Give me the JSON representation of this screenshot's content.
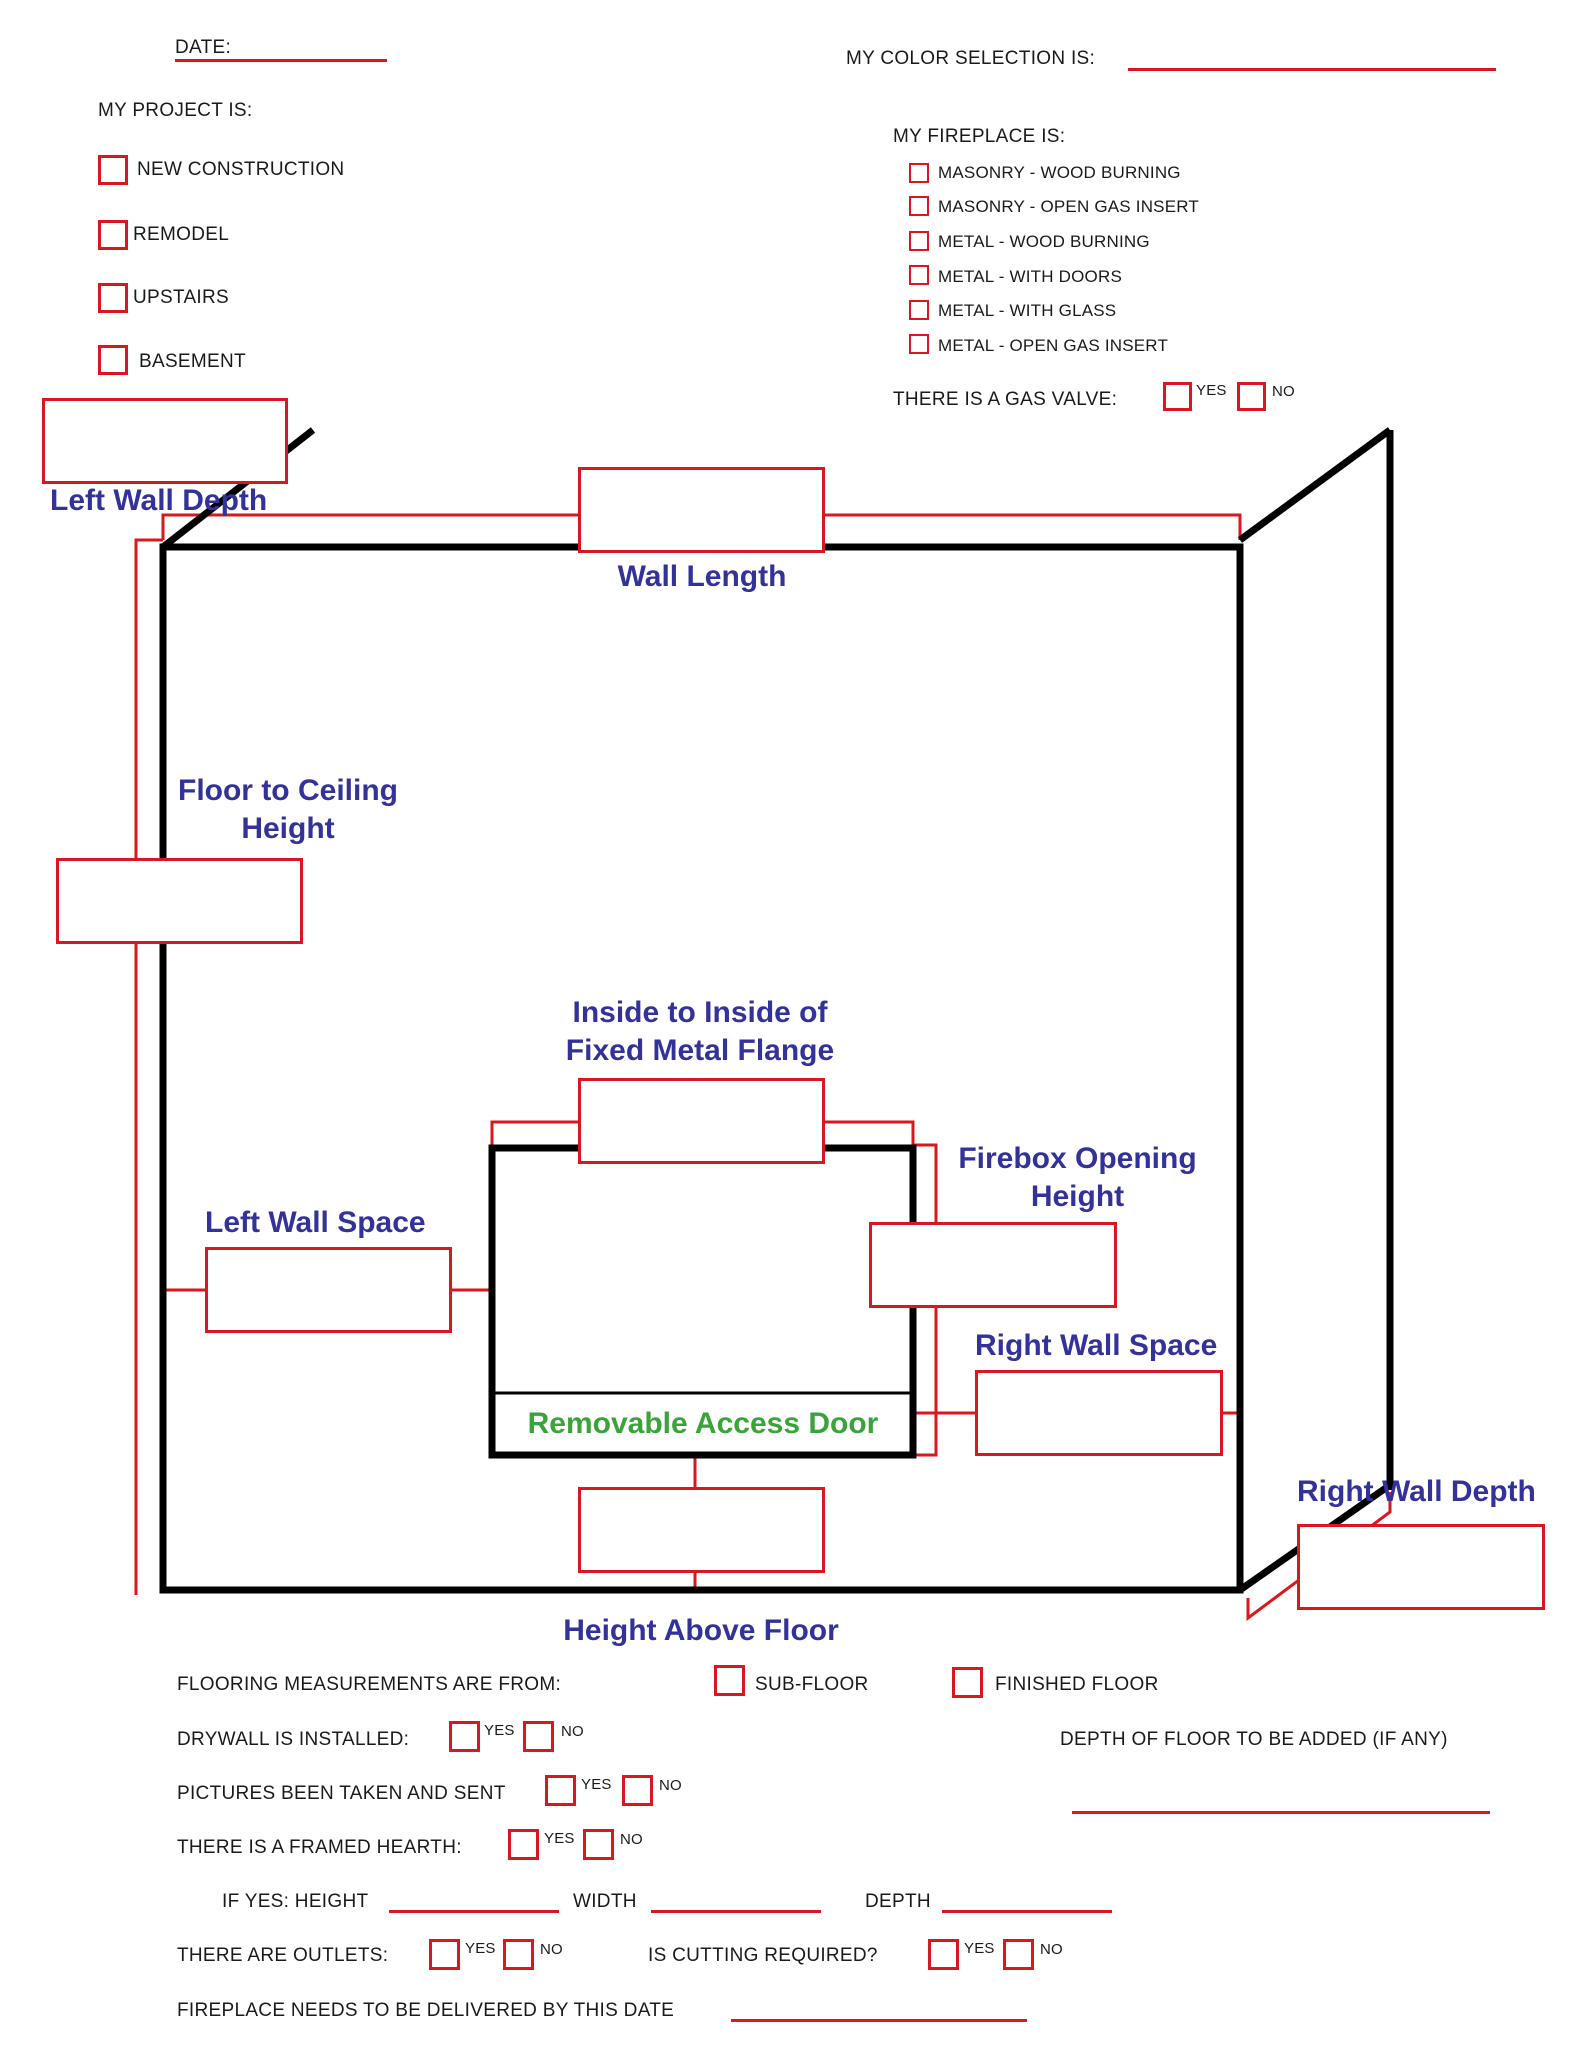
{
  "header": {
    "date_label": "DATE:",
    "color_label": "MY COLOR SELECTION IS:",
    "project_label": "MY PROJECT IS:",
    "project_options": [
      "NEW CONSTRUCTION",
      "REMODEL",
      "UPSTAIRS",
      "BASEMENT"
    ],
    "fireplace_label": "MY FIREPLACE IS:",
    "fireplace_options": [
      "MASONRY - WOOD BURNING",
      "MASONRY - OPEN GAS INSERT",
      "METAL - WOOD BURNING",
      "METAL - WITH DOORS",
      "METAL - WITH GLASS",
      "METAL - OPEN GAS INSERT"
    ],
    "gas_valve_label": "THERE IS A GAS VALVE:",
    "yes": "YES",
    "no": "NO"
  },
  "diagram": {
    "left_wall_depth": "Left Wall Depth",
    "wall_length": "Wall Length",
    "floor_to_ceiling_line1": "Floor to Ceiling",
    "floor_to_ceiling_line2": "Height",
    "inside_flange_line1": "Inside to Inside of",
    "inside_flange_line2": "Fixed Metal Flange",
    "firebox_height_line1": "Firebox Opening",
    "firebox_height_line2": "Height",
    "left_wall_space": "Left Wall Space",
    "right_wall_space": "Right Wall Space",
    "removable_door": "Removable Access Door",
    "right_wall_depth": "Right Wall Depth",
    "height_above_floor": "Height Above Floor"
  },
  "footer": {
    "flooring_label": "FLOORING MEASUREMENTS ARE FROM:",
    "sub_floor": "SUB-FLOOR",
    "finished_floor": "FINISHED FLOOR",
    "drywall_label": "DRYWALL IS INSTALLED:",
    "depth_floor_label": "DEPTH OF FLOOR TO BE ADDED (IF ANY)",
    "pictures_label": "PICTURES BEEN TAKEN AND SENT",
    "hearth_label": "THERE IS A FRAMED HEARTH:",
    "if_yes_height": "IF YES:  HEIGHT",
    "width": "WIDTH",
    "depth": "DEPTH",
    "outlets_label": "THERE ARE OUTLETS:",
    "cutting_label": "IS CUTTING REQUIRED?",
    "delivery_label": "FIREPLACE NEEDS TO BE DELIVERED BY THIS DATE",
    "yes": "YES",
    "no": "NO"
  },
  "colors": {
    "accent_red": "#d9171e",
    "label_blue": "#33319a",
    "door_green": "#3aa33a",
    "frame_black": "#000000"
  }
}
